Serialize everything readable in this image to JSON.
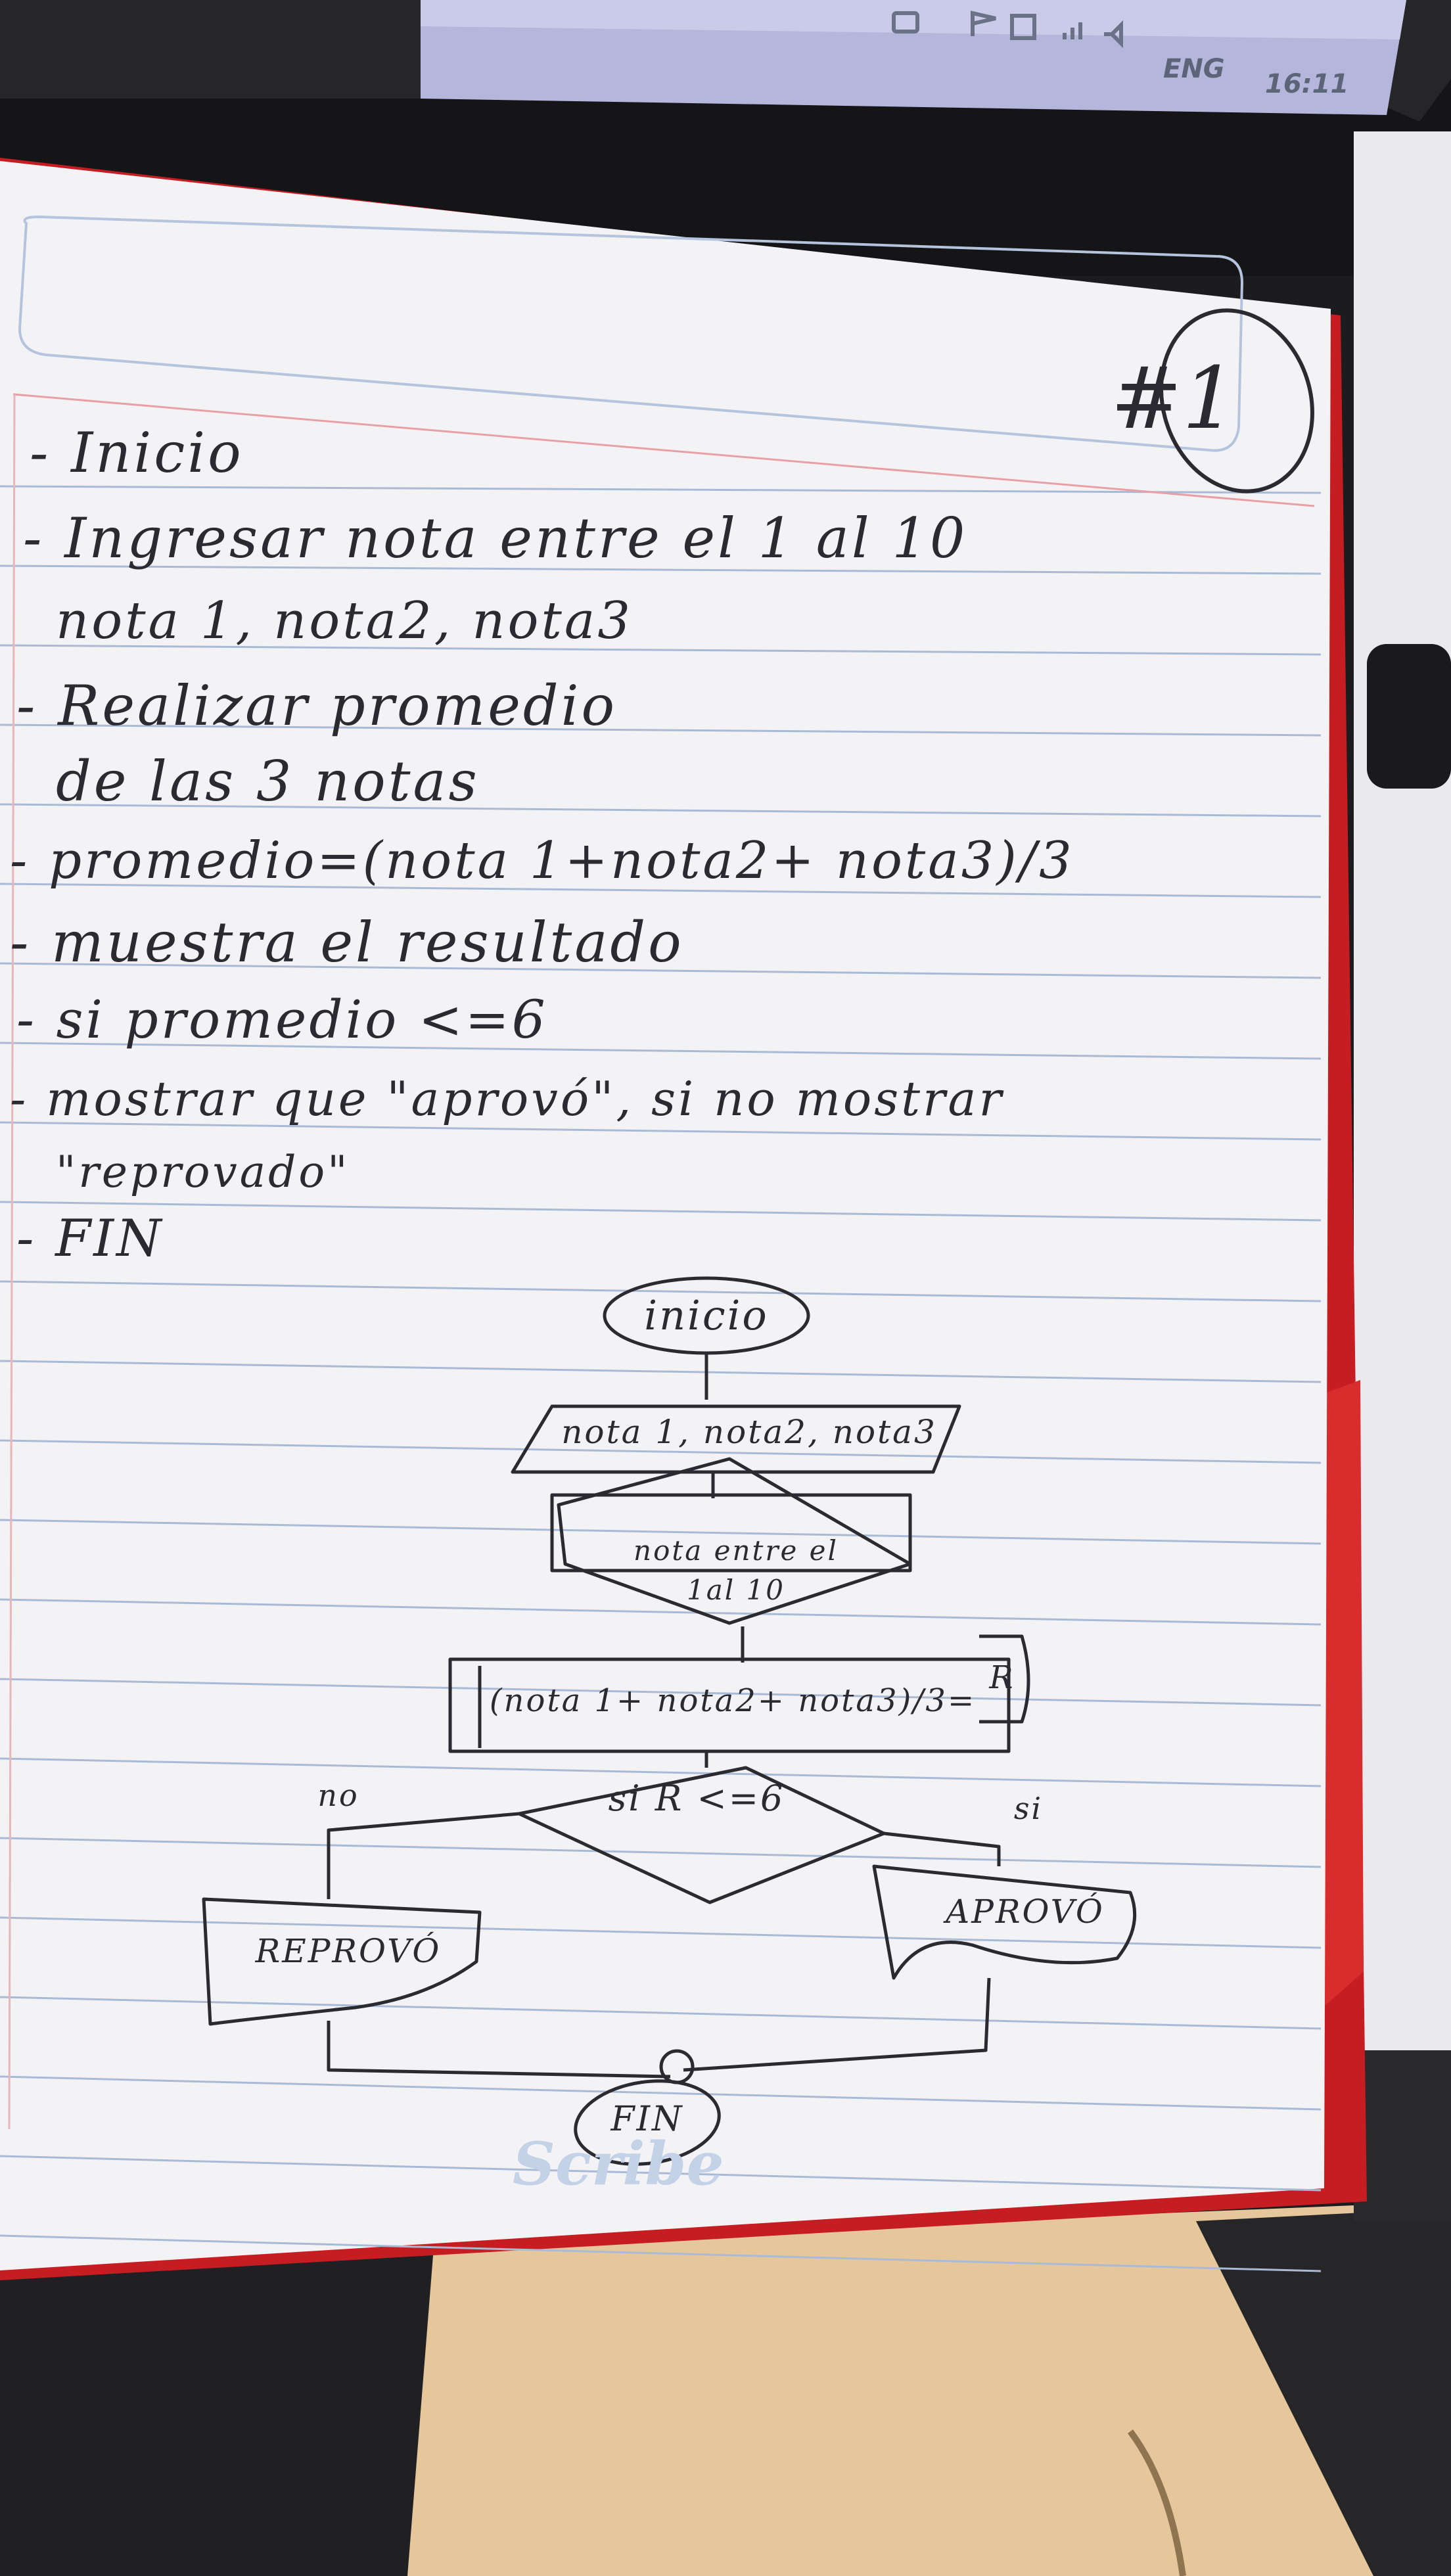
{
  "taskbar": {
    "language": "ENG",
    "time": "16:11"
  },
  "page_number": "#1",
  "notes": [
    "- Inicio",
    "- Ingresar nota entre el  1 al 10",
    "nota 1, nota2, nota3",
    "- Realizar promedio",
    "de las 3 notas",
    "- promedio=(nota 1+nota2+ nota3)/3",
    "- muestra el resultado",
    "- si promedio <=6",
    "- mostrar que \"aprovó\", si no mostrar",
    "\"reprovado\"",
    "- FIN"
  ],
  "flowchart": {
    "start": "inicio",
    "input": "nota 1, nota2, nota3",
    "check": "nota entre el 1al 10",
    "process": "(nota 1+ nota2+ nota3)/3=",
    "process_result": "R",
    "decision": "si  R <=6",
    "no_label": "no",
    "yes_label": "si",
    "no_output": "REPROVÓ",
    "yes_output": "APROVÓ",
    "end": "FIN"
  },
  "watermark": "Scribe"
}
